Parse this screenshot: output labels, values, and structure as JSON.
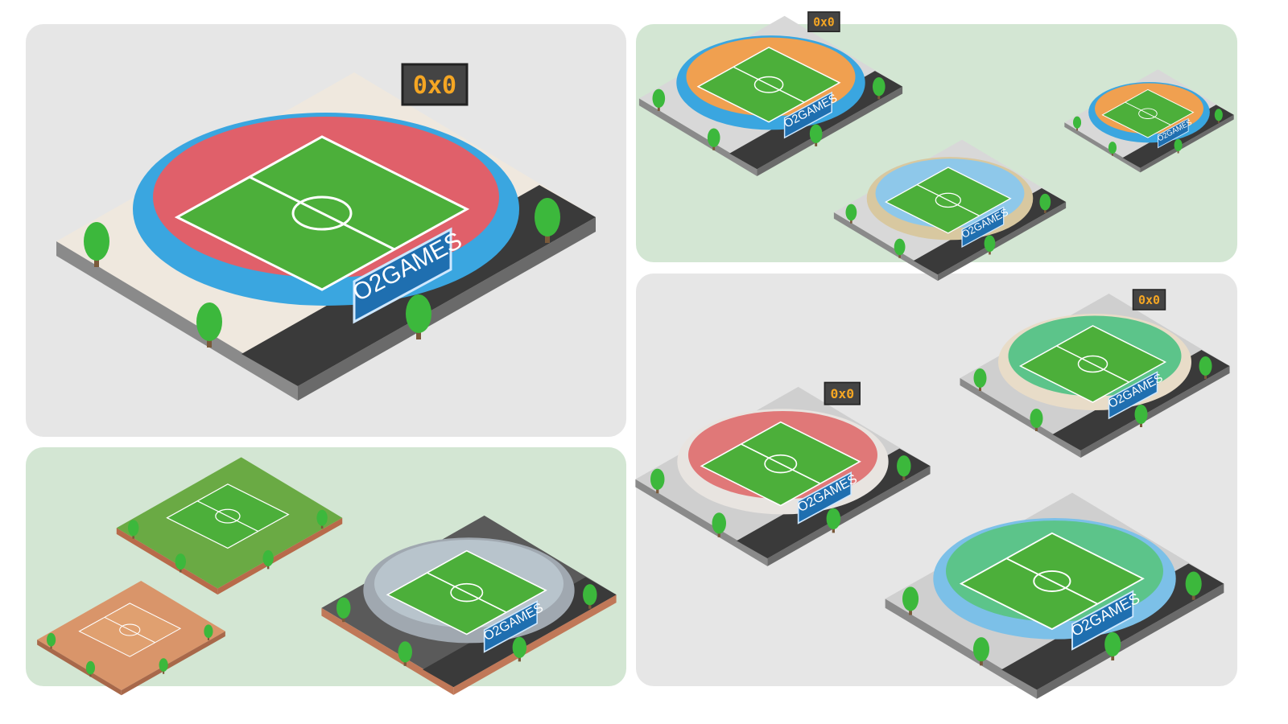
{
  "colors": {
    "panel_gray": "#e6e6e6",
    "panel_green": "#d3e6d3",
    "grass": "#4caf3a",
    "stadium_blue": "#3aa6e0",
    "stands_red": "#e0606a",
    "stands_green": "#5cc48a",
    "road": "#3a3a3a",
    "dirt": "#d9956a"
  },
  "stadiums": {
    "main": {
      "score": "0x0",
      "logo": "O2GAMES"
    },
    "top_left": {
      "score": "0x0",
      "logo": "O2GAMES"
    },
    "top_mid": {
      "logo": "O2GAMES"
    },
    "top_right": {
      "logo": "O2GAMES"
    },
    "mid_left": {
      "score": "0x0",
      "logo": "O2GAMES"
    },
    "mid_right": {
      "score": "0x0",
      "logo": "O2GAMES"
    },
    "bottom_right": {
      "logo": "O2GAMES"
    },
    "arena_small": {
      "logo": "O2GAMES"
    }
  }
}
